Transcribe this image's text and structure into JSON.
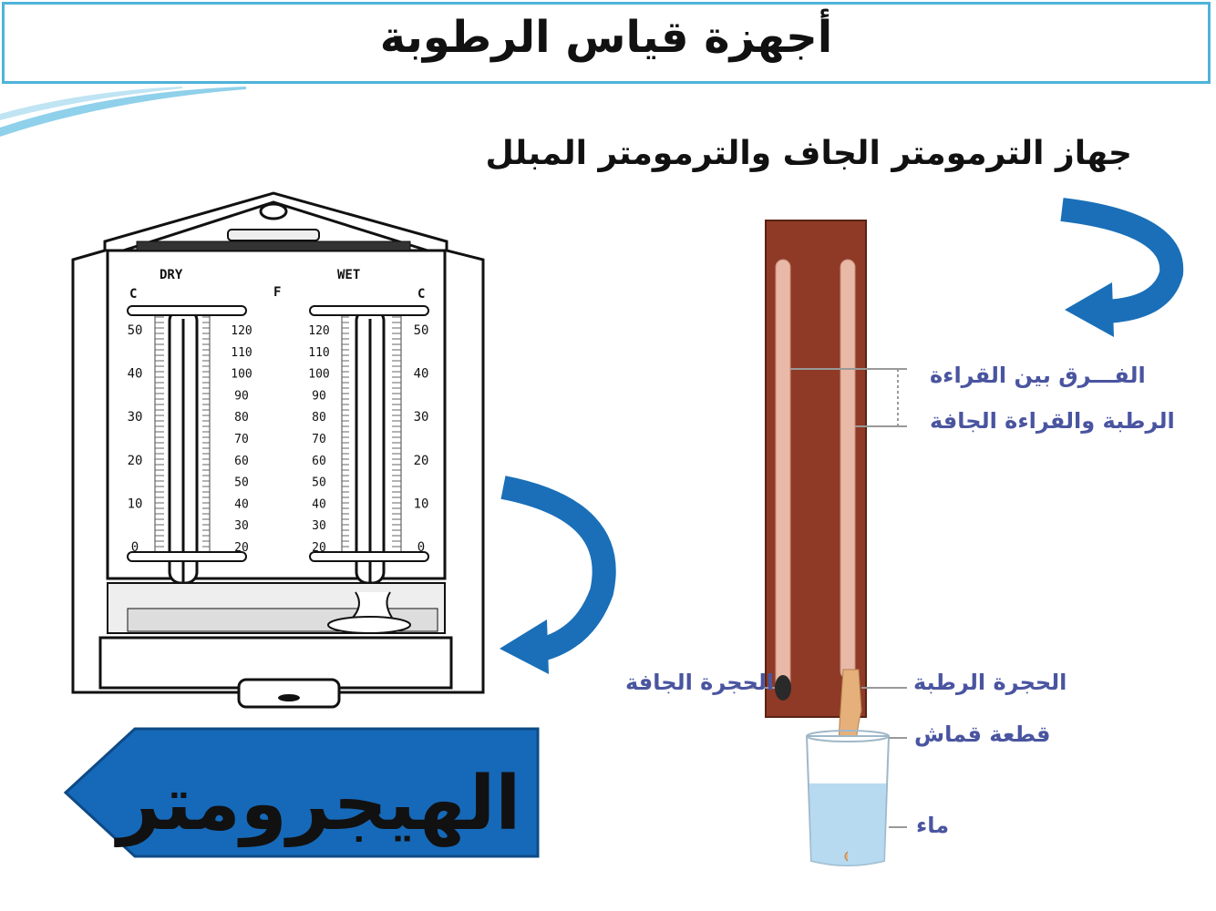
{
  "title": "أجهزة قياس الرطوبة",
  "subtitle": "جهاز الترمومتر الجاف والترمومتر المبلل",
  "hygrometer": {
    "name": "الهيجرومتر",
    "dry_label": "DRY",
    "wet_label": "WET",
    "unit_c": "C",
    "unit_f": "F",
    "celsius_ticks": [
      "50",
      "40",
      "30",
      "20",
      "10",
      "0"
    ],
    "fahrenheit_ticks": [
      "120",
      "110",
      "100",
      "90",
      "80",
      "70",
      "60",
      "50",
      "40",
      "30",
      "20"
    ]
  },
  "psychrometer": {
    "difference_label_1": "الفـــرق بين القراءة",
    "difference_label_2": "الرطبة والقراءة الجافة",
    "wet_bulb": "الحجرة الرطبة",
    "dry_bulb": "الحجرة الجافة",
    "cloth": "قطعة قماش",
    "water": "ماء"
  },
  "colors": {
    "accent": "#4fb3d9",
    "arrow": "#1a6fb8",
    "wood": "#8f3a26",
    "label": "#4a55a0"
  }
}
